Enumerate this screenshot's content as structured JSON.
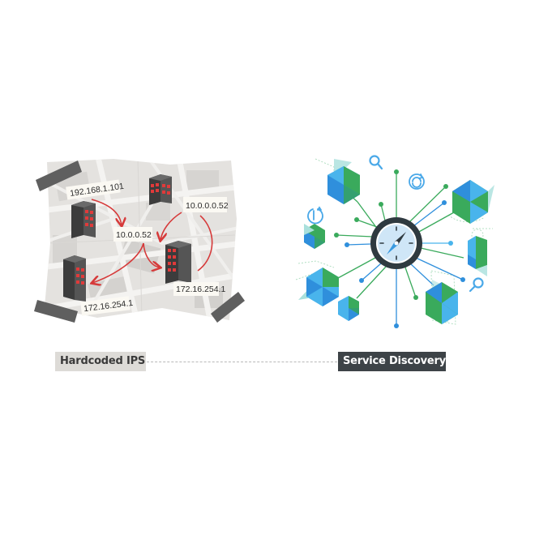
{
  "left_panel": {
    "title": "Hardcoded IPS",
    "servers": [
      {
        "id": "server-top-left",
        "ip": "192.168.1.101"
      },
      {
        "id": "server-top-center",
        "ip": ""
      },
      {
        "id": "server-center-right",
        "ip": "172.16.254.1"
      },
      {
        "id": "server-bottom-left",
        "ip": "172.16.254.1"
      }
    ],
    "ip_labels": [
      "192.168.1.101",
      "10.0.0.52",
      "10.0.0.0.52",
      "172.16.254.1",
      "172.16.254.1"
    ],
    "colors": {
      "map": "#e4e2df",
      "street": "#f3f2f0",
      "block": "#cfcdca",
      "tape": "#666666",
      "server": "#4a4a4a",
      "window": "#e03a3a",
      "arrow": "#d63a3a"
    }
  },
  "right_panel": {
    "title": "Service Discovery",
    "center_icon": "compass-icon",
    "icons": [
      "search-icon",
      "sync-icon",
      "timer-icon",
      "search-icon"
    ],
    "colors": {
      "blue": "#2f8fdc",
      "light_blue": "#49b4ec",
      "green": "#3aaa5c",
      "teal": "#a9e0dc",
      "compass_ring": "#2f3a40",
      "compass_face": "#cfe6f7"
    }
  },
  "connector": {
    "style": "dashed",
    "color": "#b8b8b8"
  }
}
